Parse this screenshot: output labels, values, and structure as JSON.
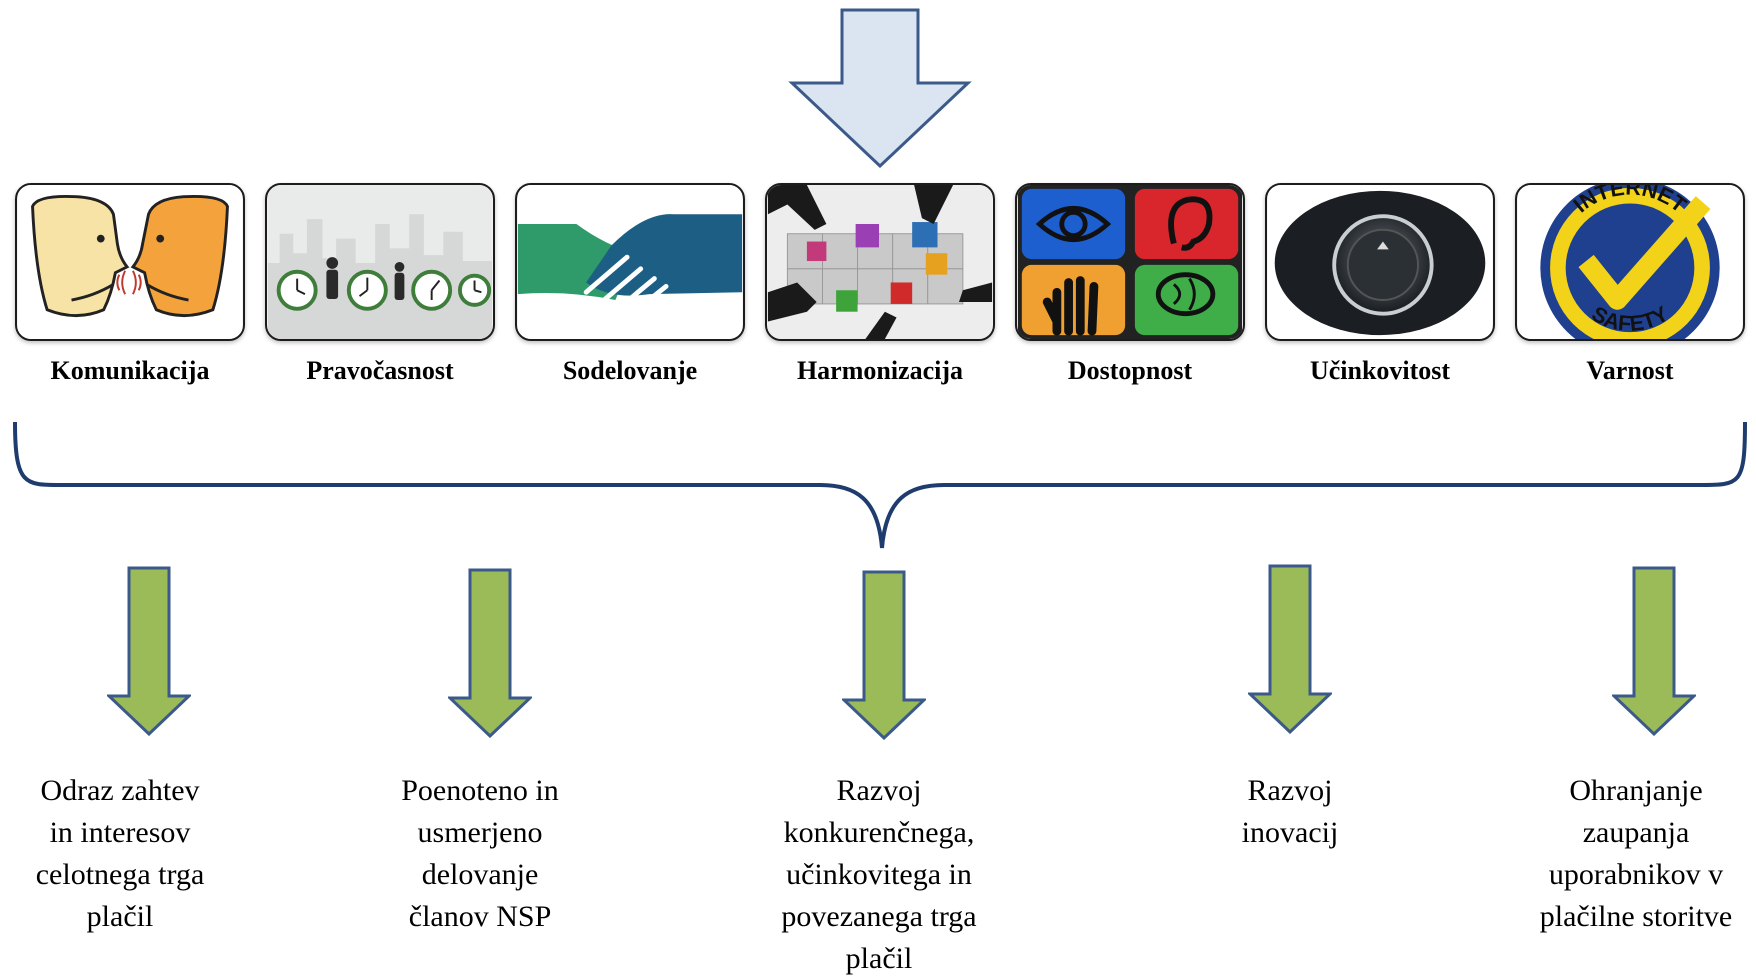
{
  "pillars": [
    {
      "label": "Komunikacija",
      "icon": "talking-faces"
    },
    {
      "label": "Pravočasnost",
      "icon": "clocks-people"
    },
    {
      "label": "Sodelovanje",
      "icon": "handshake"
    },
    {
      "label": "Harmonizacija",
      "icon": "puzzle-hands"
    },
    {
      "label": "Dostopnost",
      "icon": "senses-grid"
    },
    {
      "label": "Učinkovitost",
      "icon": "power-button"
    },
    {
      "label": "Varnost",
      "icon": "internet-safety-badge"
    }
  ],
  "badge_text": {
    "top": "INTERNET",
    "bottom": "SAFETY"
  },
  "outcomes": [
    {
      "text": "Odraz zahtev\nin interesov\ncelotnega trga\nplačil"
    },
    {
      "text": "Poenoteno in\nusmerjeno\ndelovanje\nčlanov NSP"
    },
    {
      "text": "Razvoj\nkonkurenčnega,\nučinkovitega in\npovezanega trga\nplačil"
    },
    {
      "text": "Razvoj\ninovacij"
    },
    {
      "text": "Ohranjanje\nzaupanja\nuporabnikov v\nplačilne storitve"
    }
  ],
  "colors": {
    "top_arrow_fill": "#dbe5f1",
    "arrow_outline": "#3b5a8a",
    "brace": "#1f3c6e",
    "down_arrow_fill": "#9bbb59"
  }
}
